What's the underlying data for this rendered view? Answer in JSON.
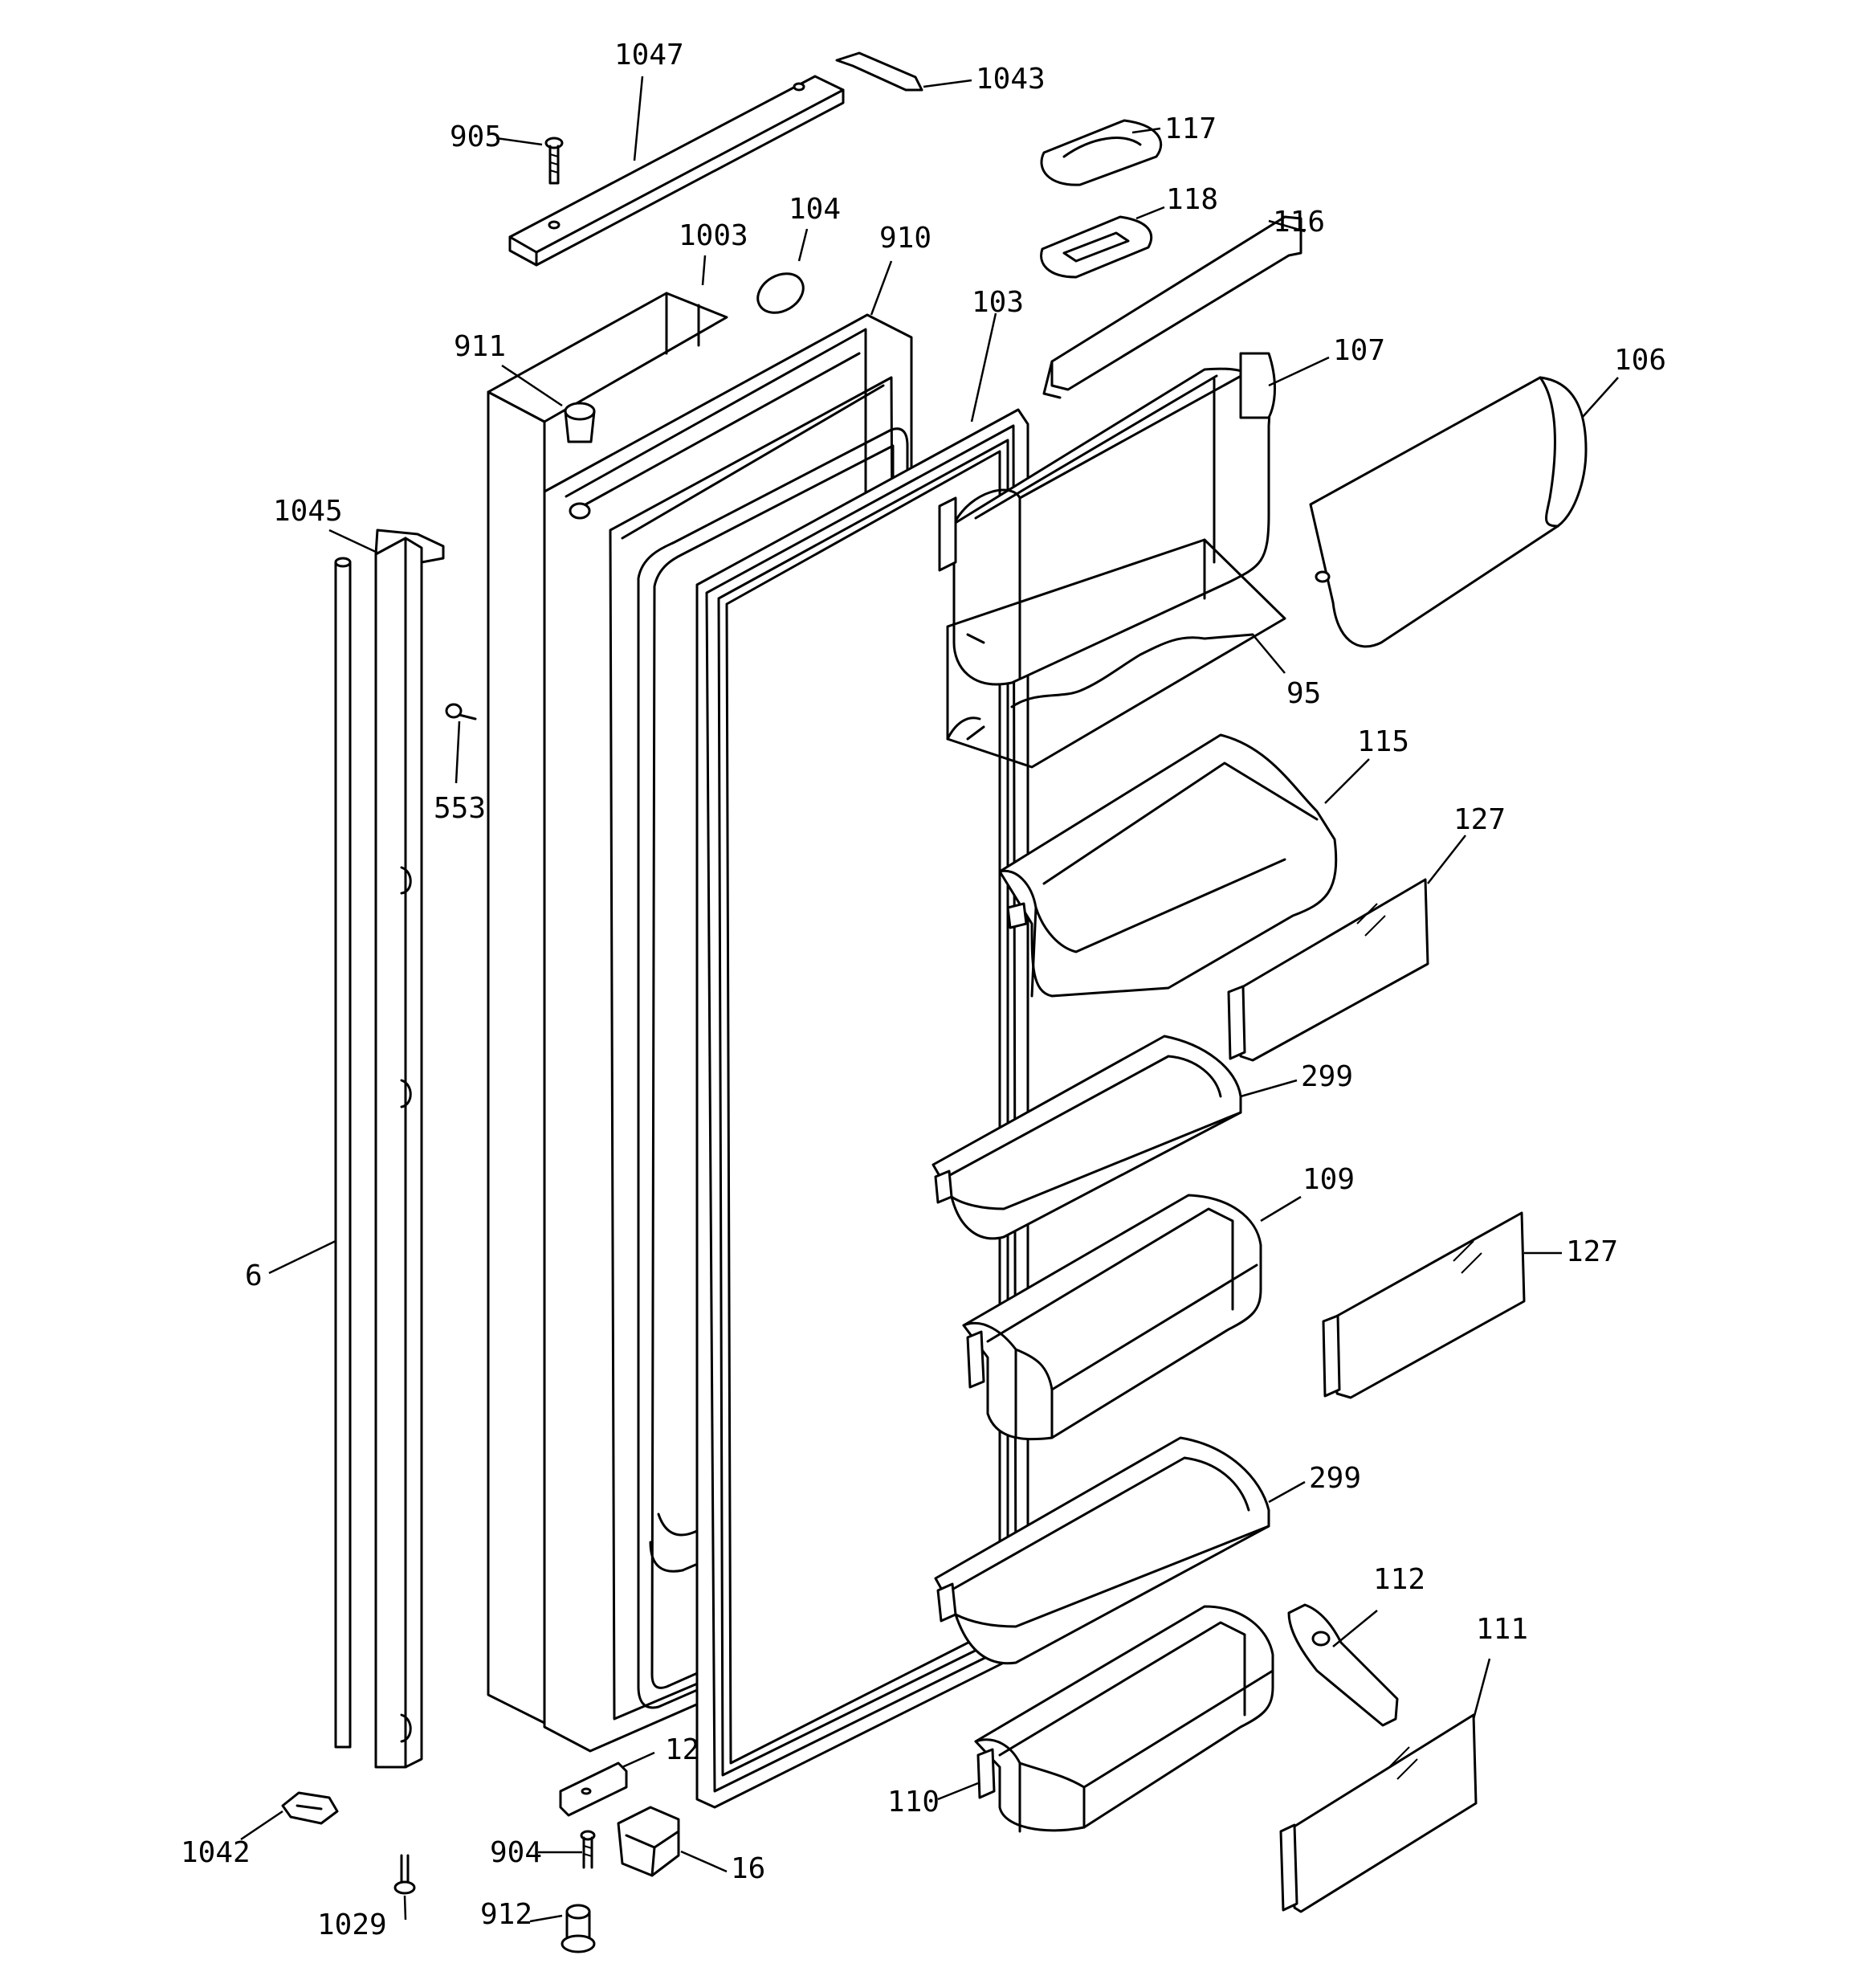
{
  "labels": {
    "l1047": "1047",
    "l1043": "1043",
    "l905": "905",
    "l117": "117",
    "l118": "118",
    "l116": "116",
    "l1003": "1003",
    "l104": "104",
    "l910": "910",
    "l103": "103",
    "l911": "911",
    "l107": "107",
    "l106": "106",
    "l1045": "1045",
    "l95": "95",
    "l553": "553",
    "l115": "115",
    "l127a": "127",
    "l299a": "299",
    "l109": "109",
    "l127b": "127",
    "l6": "6",
    "l299b": "299",
    "l112": "112",
    "l111": "111",
    "l12": "12",
    "l110": "110",
    "l1042": "1042",
    "l904": "904",
    "l16": "16",
    "l1029": "1029",
    "l912": "912"
  }
}
